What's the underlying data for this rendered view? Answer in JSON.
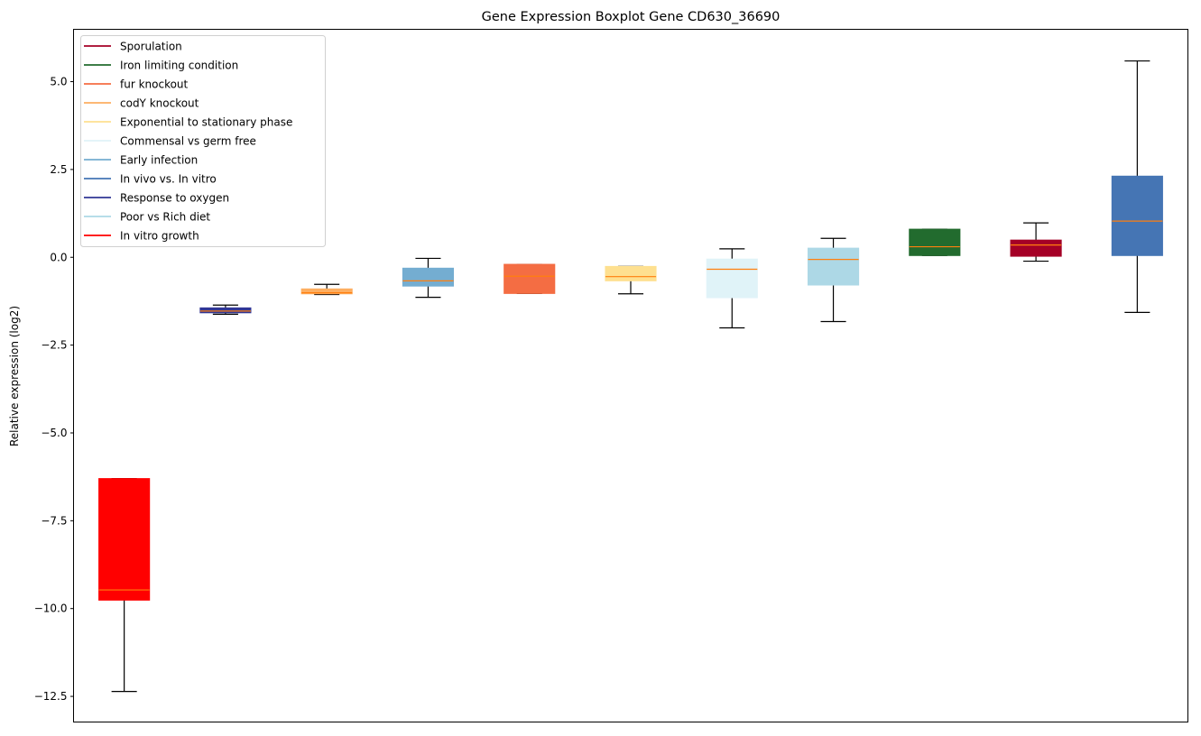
{
  "chart_data": {
    "type": "boxplot",
    "title": "Gene Expression Boxplot Gene CD630_36690",
    "xlabel": "",
    "ylabel": "Relative expression (log2)",
    "ylim": [
      -13.23,
      6.49
    ],
    "xlim": [
      0.5,
      11.5
    ],
    "yticks": [
      5.0,
      2.5,
      0.0,
      -2.5,
      -5.0,
      -7.5,
      -10.0,
      -12.5
    ],
    "ytick_labels": [
      "5.0",
      "2.5",
      "0.0",
      "−2.5",
      "−5.0",
      "−7.5",
      "−10.0",
      "−12.5"
    ],
    "grid": false,
    "legend_position": "upper-left",
    "median_color": "#ff7f0e",
    "legend": [
      {
        "label": "Sporulation",
        "color": "#a50026"
      },
      {
        "label": "Iron limiting condition",
        "color": "#226b2e"
      },
      {
        "label": "fur knockout",
        "color": "#f46d43"
      },
      {
        "label": "codY knockout",
        "color": "#fdae61"
      },
      {
        "label": "Exponential to stationary phase",
        "color": "#fee090"
      },
      {
        "label": "Commensal vs germ free",
        "color": "#e0f3f8"
      },
      {
        "label": "Early infection",
        "color": "#74add1"
      },
      {
        "label": "In vivo vs. In vitro",
        "color": "#4575b4"
      },
      {
        "label": "Response to oxygen",
        "color": "#313695"
      },
      {
        "label": "Poor vs Rich diet",
        "color": "#add8e6"
      },
      {
        "label": "In vitro growth",
        "color": "#ff0000"
      }
    ],
    "boxes": [
      {
        "group": "In vitro growth",
        "color": "#ff0000",
        "whislo": -12.36,
        "q1": -9.76,
        "med": -9.47,
        "q3": -6.3,
        "whishi": -6.3
      },
      {
        "group": "Response to oxygen",
        "color": "#313695",
        "whislo": -1.62,
        "q1": -1.58,
        "med": -1.53,
        "q3": -1.44,
        "whishi": -1.36
      },
      {
        "group": "codY knockout",
        "color": "#fdae61",
        "whislo": -1.06,
        "q1": -1.04,
        "med": -1.01,
        "q3": -0.9,
        "whishi": -0.77
      },
      {
        "group": "Early infection",
        "color": "#74add1",
        "whislo": -1.14,
        "q1": -0.82,
        "med": -0.67,
        "q3": -0.31,
        "whishi": -0.03
      },
      {
        "group": "fur knockout",
        "color": "#f46d43",
        "whislo": -1.03,
        "q1": -1.03,
        "med": -0.54,
        "q3": -0.2,
        "whishi": -0.2
      },
      {
        "group": "Exponential to stationary phase",
        "color": "#fee090",
        "whislo": -1.04,
        "q1": -0.67,
        "med": -0.55,
        "q3": -0.26,
        "whishi": -0.26
      },
      {
        "group": "Commensal vs germ free",
        "color": "#e0f3f8",
        "whislo": -2.01,
        "q1": -1.15,
        "med": -0.34,
        "q3": -0.05,
        "whishi": 0.24
      },
      {
        "group": "Poor vs Rich diet",
        "color": "#add8e6",
        "whislo": -1.83,
        "q1": -0.79,
        "med": -0.06,
        "q3": 0.26,
        "whishi": 0.54
      },
      {
        "group": "Iron limiting condition",
        "color": "#226b2e",
        "whislo": 0.05,
        "q1": 0.05,
        "med": 0.3,
        "q3": 0.8,
        "whishi": 0.8
      },
      {
        "group": "Sporulation",
        "color": "#a50026",
        "whislo": -0.11,
        "q1": 0.03,
        "med": 0.35,
        "q3": 0.49,
        "whishi": 0.98
      },
      {
        "group": "In vivo vs. In vitro",
        "color": "#4575b4",
        "whislo": -1.57,
        "q1": 0.05,
        "med": 1.03,
        "q3": 2.31,
        "whishi": 5.59
      }
    ]
  }
}
